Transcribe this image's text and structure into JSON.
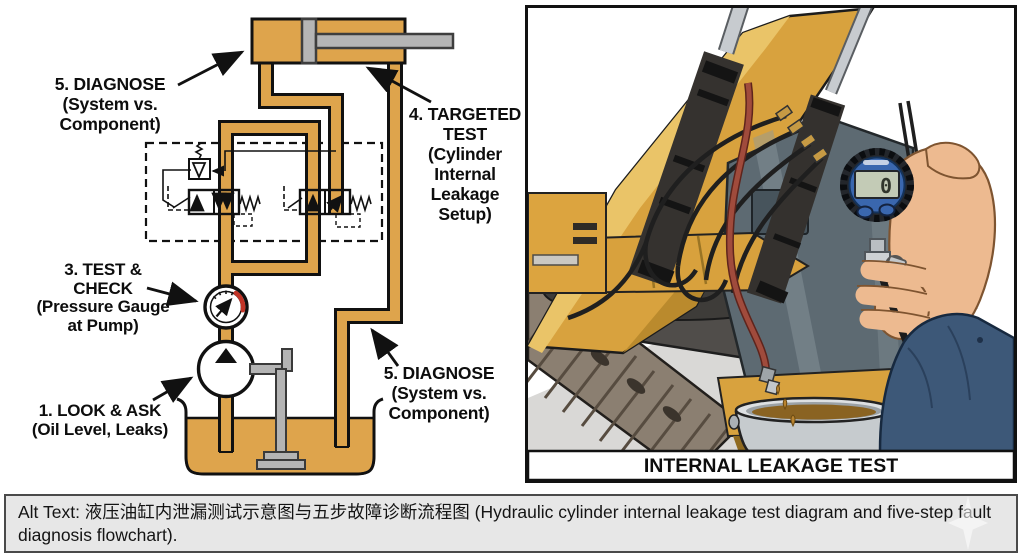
{
  "figure": {
    "left_panel": {
      "steps": {
        "diagnose_top": [
          "5. DIAGNOSE",
          "(System vs.",
          "Component)"
        ],
        "targeted_test": [
          "4. TARGETED",
          "TEST",
          "(Cylinder",
          "Internal",
          "Leakage",
          "Setup)"
        ],
        "test_check": [
          "3. TEST &",
          "CHECK",
          "(Pressure Gauge",
          "at Pump)"
        ],
        "look_ask": [
          "1. LOOK & ASK",
          "(Oil Level, Leaks)"
        ],
        "diagnose_right": [
          "5. DIAGNOSE",
          "(System vs.",
          "Component)"
        ]
      },
      "colors": {
        "hydraulic_fluid": "#DEA44C",
        "outline": "#111111",
        "metal_gray": "#B5B5B5",
        "gauge_red_arc": "#C13427"
      }
    },
    "right_panel": {
      "caption": "INTERNAL LEAKAGE TEST",
      "gauge_display_value": "0",
      "colors": {
        "excavator_yellow": "#D8A23E",
        "cylinder_dark": "#34312E",
        "hose_red": "#A04B3C",
        "gauge_blue": "#3A67AE",
        "sleeve_blue": "#3D5878",
        "skin_tone": "#EDBA90",
        "bucket_silver": "#C6CBCE",
        "oil": "#8A6322"
      }
    },
    "alt_bar": {
      "text": "Alt Text: 液压油缸内泄漏测试示意图与五步故障诊断流程图 (Hydraulic cylinder internal leakage test diagram and five-step fault diagnosis flowchart)."
    }
  }
}
